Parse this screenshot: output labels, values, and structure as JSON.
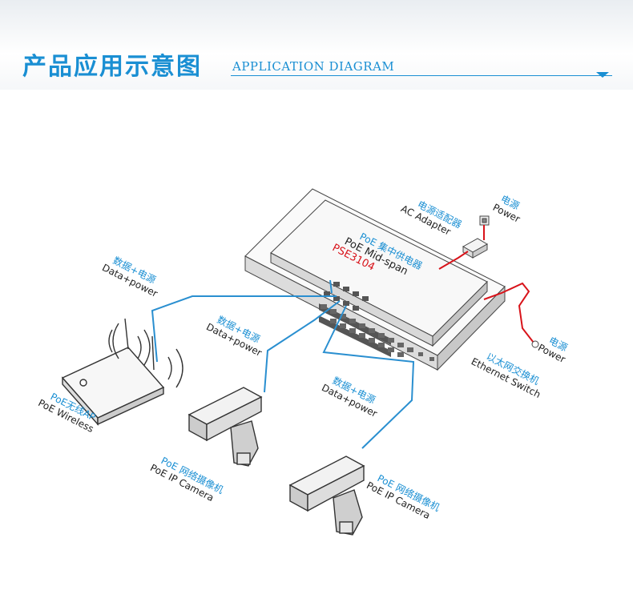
{
  "header": {
    "title_cn": "产品应用示意图",
    "title_en": "APPLICATION DIAGRAM"
  },
  "labels": {
    "power_top": {
      "cn": "电源",
      "en": "Power"
    },
    "ac_adapter": {
      "cn": "电源适配器",
      "en": "AC Adapter"
    },
    "midspan": {
      "cn": "PoE 集中供电器",
      "en": "PoE Mid-span",
      "model": "PSE3104"
    },
    "power_right": {
      "cn": "电源",
      "en": "Power"
    },
    "switch": {
      "cn": "以太网交换机",
      "en": "Ethernet Switch"
    },
    "data_power_1": {
      "cn": "数据+电源",
      "en": "Data+power"
    },
    "data_power_2": {
      "cn": "数据+电源",
      "en": "Data+power"
    },
    "data_power_3": {
      "cn": "数据+电源",
      "en": "Data+power"
    },
    "wireless": {
      "cn": "PoE无线AP",
      "en": "PoE Wireless"
    },
    "camera_1": {
      "cn": "PoE 网络摄像机",
      "en": "PoE IP Camera"
    },
    "camera_2": {
      "cn": "PoE 网络摄像机",
      "en": "PoE IP Camera"
    }
  },
  "colors": {
    "accent": "#1a8fd3",
    "cable": "#2a8fd0",
    "power_cable": "#d8131a"
  }
}
